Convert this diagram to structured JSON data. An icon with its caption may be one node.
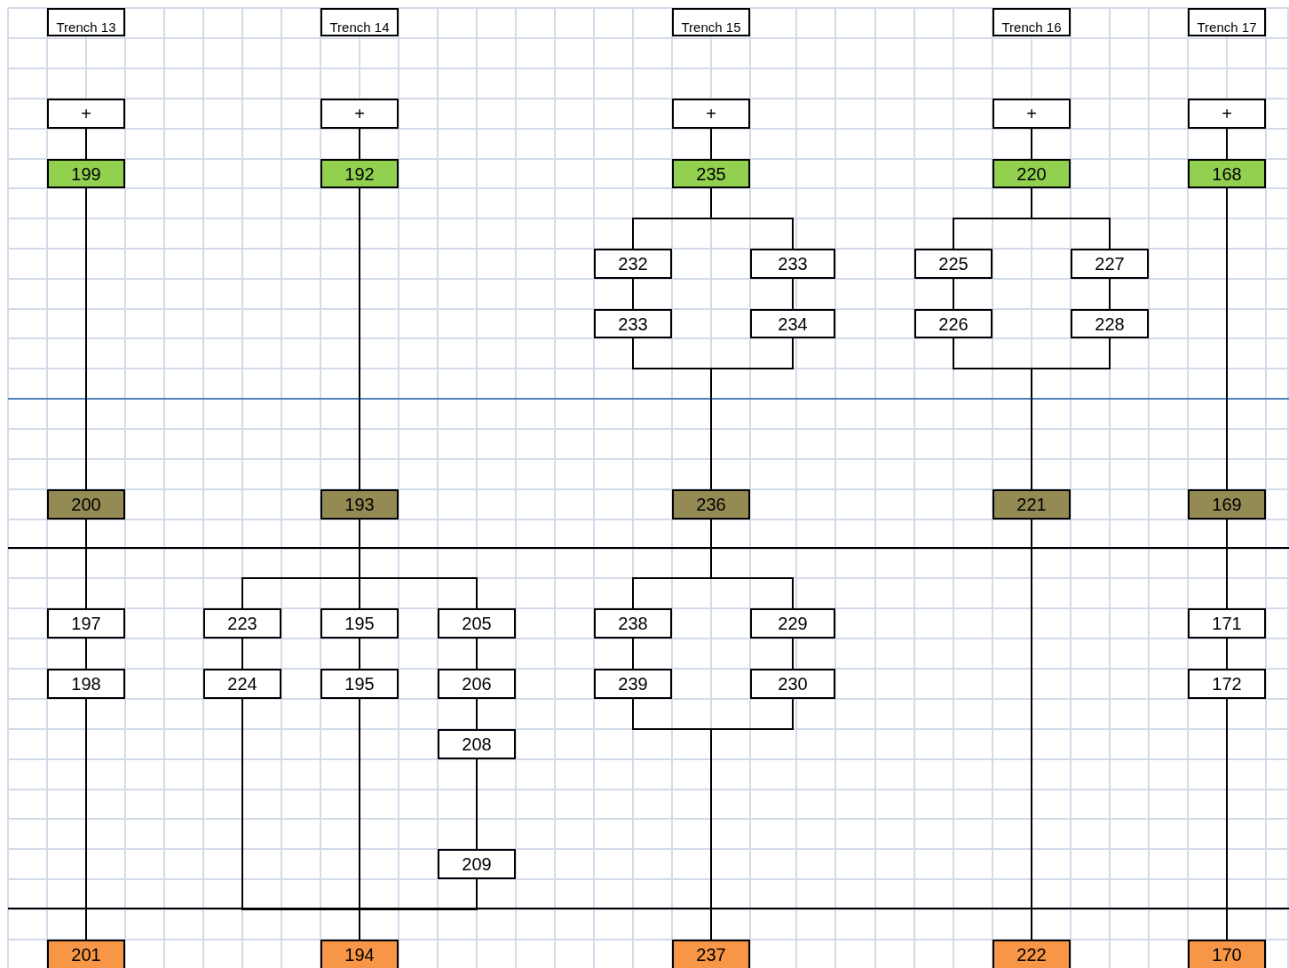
{
  "diagram": {
    "nodes": [
      {
        "text": [
          "Trench 13"
        ]
      },
      {
        "text": [
          "Trench 14"
        ]
      },
      {
        "text": [
          "Trench 15"
        ]
      },
      {
        "text": [
          "Trench 16"
        ]
      },
      {
        "text": [
          "Trench 17"
        ]
      },
      {
        "text": [
          "+"
        ]
      },
      {
        "text": [
          "+"
        ]
      },
      {
        "text": [
          "+"
        ]
      },
      {
        "text": [
          "+"
        ]
      },
      {
        "text": [
          "+"
        ]
      },
      {
        "text": [
          "199"
        ]
      },
      {
        "text": [
          "192"
        ]
      },
      {
        "text": [
          "235"
        ]
      },
      {
        "text": [
          "220"
        ]
      },
      {
        "text": [
          "168"
        ]
      },
      {
        "text": [
          "232"
        ]
      },
      {
        "text": [
          "233"
        ]
      },
      {
        "text": [
          "225"
        ]
      },
      {
        "text": [
          "227"
        ]
      },
      {
        "text": [
          "233"
        ]
      },
      {
        "text": [
          "234"
        ]
      },
      {
        "text": [
          "226"
        ]
      },
      {
        "text": [
          "228"
        ]
      },
      {
        "text": [
          "200"
        ]
      },
      {
        "text": [
          "193"
        ]
      },
      {
        "text": [
          "236"
        ]
      },
      {
        "text": [
          "221"
        ]
      },
      {
        "text": [
          "169"
        ]
      },
      {
        "text": [
          "197"
        ]
      },
      {
        "text": [
          "223"
        ]
      },
      {
        "text": [
          "195"
        ]
      },
      {
        "text": [
          "205"
        ]
      },
      {
        "text": [
          "238"
        ]
      },
      {
        "text": [
          "229"
        ]
      },
      {
        "text": [
          "171"
        ]
      },
      {
        "text": [
          "198"
        ]
      },
      {
        "text": [
          "224"
        ]
      },
      {
        "text": [
          "195"
        ]
      },
      {
        "text": [
          "206"
        ]
      },
      {
        "text": [
          "239"
        ]
      },
      {
        "text": [
          "230"
        ]
      },
      {
        "text": [
          "172"
        ]
      },
      {
        "text": [
          "208"
        ]
      },
      {
        "text": [
          "209"
        ]
      },
      {
        "text": [
          "201"
        ]
      },
      {
        "text": [
          "194"
        ]
      },
      {
        "text": [
          "237"
        ]
      },
      {
        "text": [
          "222"
        ]
      },
      {
        "text": [
          "170"
        ]
      }
    ],
    "edges": [
      {
        "from": 5,
        "to": 10,
        "arrow": "none"
      },
      {
        "from": 6,
        "to": 11,
        "arrow": "none"
      },
      {
        "from": 7,
        "to": 12,
        "arrow": "none"
      },
      {
        "from": 8,
        "to": 13,
        "arrow": "none"
      },
      {
        "from": 9,
        "to": 14,
        "arrow": "none"
      },
      {
        "from": 10,
        "to": 23,
        "arrow": "none"
      },
      {
        "from": 23,
        "to": 28,
        "arrow": "none"
      },
      {
        "from": 28,
        "to": 35,
        "arrow": "none"
      },
      {
        "from": 35,
        "to": 44,
        "arrow": "none"
      },
      {
        "from": 11,
        "to": 24,
        "arrow": "none"
      },
      {
        "from": 24,
        "to": 29,
        "arrow": "none"
      },
      {
        "from": 24,
        "to": 30,
        "arrow": "none"
      },
      {
        "from": 24,
        "to": 31,
        "arrow": "none"
      },
      {
        "from": 29,
        "to": 36,
        "arrow": "none"
      },
      {
        "from": 30,
        "to": 37,
        "arrow": "none"
      },
      {
        "from": 31,
        "to": 38,
        "arrow": "none"
      },
      {
        "from": 38,
        "to": 42,
        "arrow": "none"
      },
      {
        "from": 42,
        "to": 43,
        "arrow": "none"
      },
      {
        "from": 36,
        "to": 45,
        "arrow": "none"
      },
      {
        "from": 37,
        "to": 45,
        "arrow": "none"
      },
      {
        "from": 43,
        "to": 45,
        "arrow": "none"
      },
      {
        "from": 12,
        "to": 15,
        "arrow": "none"
      },
      {
        "from": 12,
        "to": 16,
        "arrow": "none"
      },
      {
        "from": 15,
        "to": 19,
        "arrow": "none"
      },
      {
        "from": 16,
        "to": 20,
        "arrow": "none"
      },
      {
        "from": 19,
        "to": 25,
        "arrow": "none"
      },
      {
        "from": 20,
        "to": 25,
        "arrow": "none"
      },
      {
        "from": 25,
        "to": 32,
        "arrow": "none"
      },
      {
        "from": 25,
        "to": 33,
        "arrow": "none"
      },
      {
        "from": 32,
        "to": 39,
        "arrow": "none"
      },
      {
        "from": 33,
        "to": 40,
        "arrow": "none"
      },
      {
        "from": 39,
        "to": 46,
        "arrow": "none"
      },
      {
        "from": 40,
        "to": 46,
        "arrow": "none"
      },
      {
        "from": 13,
        "to": 17,
        "arrow": "none"
      },
      {
        "from": 13,
        "to": 18,
        "arrow": "none"
      },
      {
        "from": 17,
        "to": 21,
        "arrow": "none"
      },
      {
        "from": 18,
        "to": 22,
        "arrow": "none"
      },
      {
        "from": 21,
        "to": 26,
        "arrow": "none"
      },
      {
        "from": 22,
        "to": 26,
        "arrow": "none"
      },
      {
        "from": 26,
        "to": 47,
        "arrow": "none"
      },
      {
        "from": 14,
        "to": 27,
        "arrow": "none"
      },
      {
        "from": 27,
        "to": 34,
        "arrow": "none"
      },
      {
        "from": 34,
        "to": 41,
        "arrow": "none"
      },
      {
        "from": 41,
        "to": 48,
        "arrow": "none"
      }
    ]
  }
}
